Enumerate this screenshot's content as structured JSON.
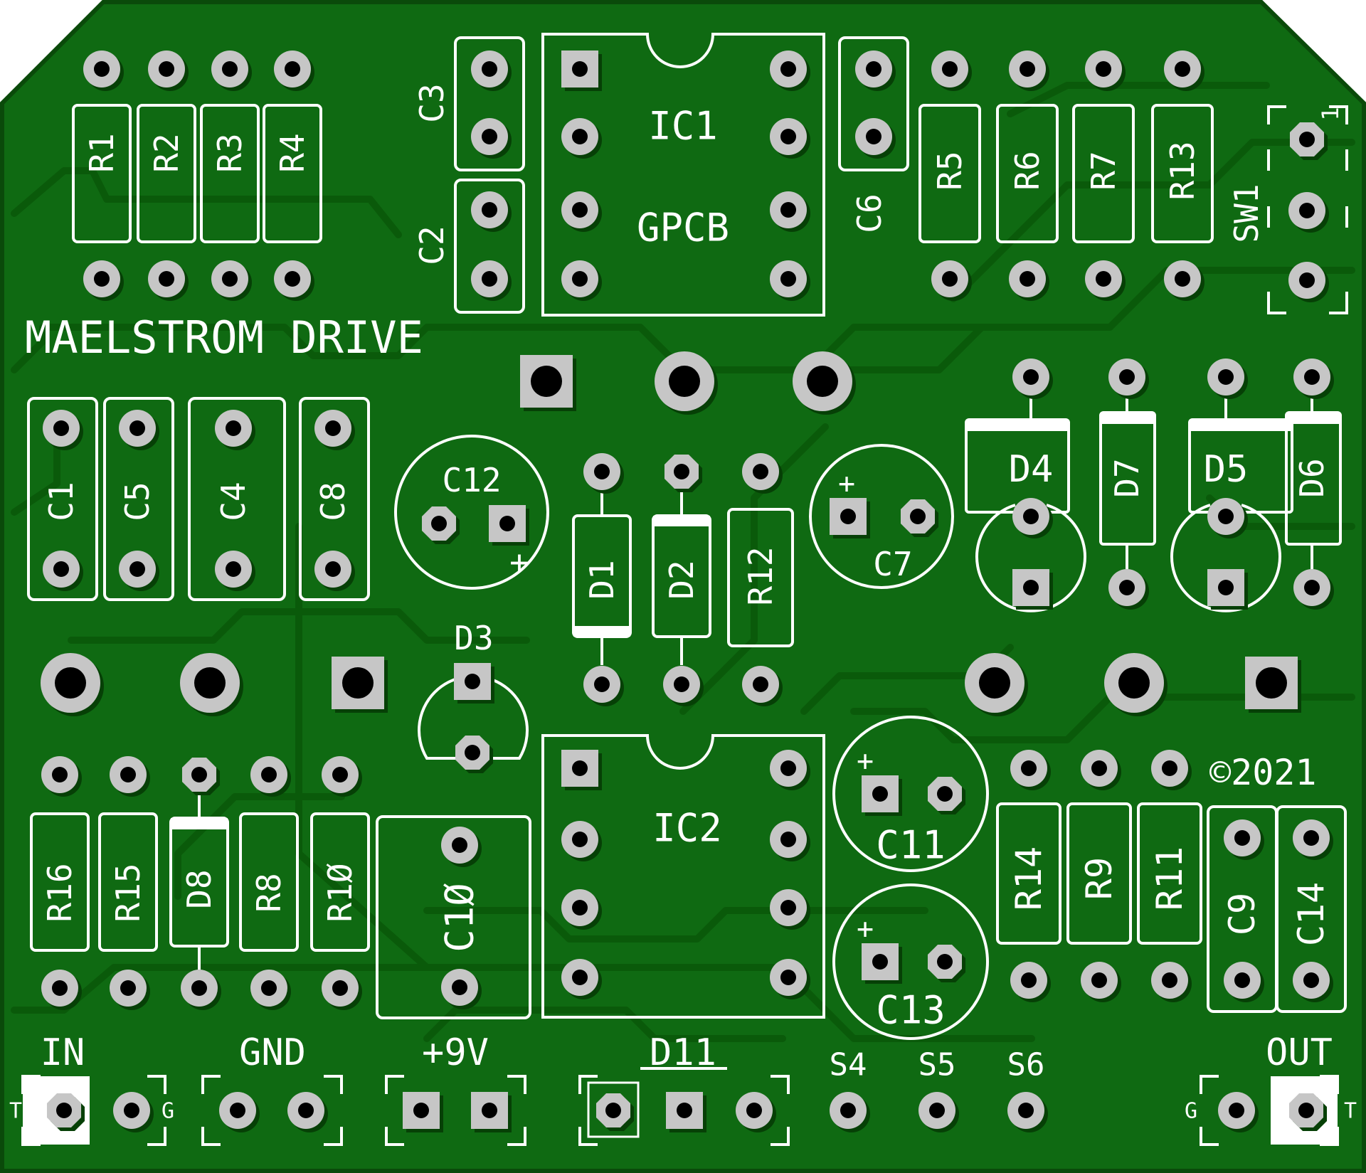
{
  "board": {
    "title": "MAELSTROM DRIVE",
    "copyright": "©2021",
    "colors": {
      "soldermask": "#0f6a12",
      "silkscreen": "#ffffff",
      "pad": "#c6c6c6",
      "drill": "#000000",
      "edge": "#0a4a0a"
    }
  },
  "labels": {
    "R1": "R1",
    "R2": "R2",
    "R3": "R3",
    "R4": "R4",
    "R5": "R5",
    "R6": "R6",
    "R7": "R7",
    "R13": "R13",
    "C2": "C2",
    "C3": "C3",
    "C6": "C6",
    "IC1": "IC1",
    "GPCB": "GPCB",
    "SW1": "SW1",
    "SW1_pin": "1",
    "C1": "C1",
    "C5": "C5",
    "C4": "C4",
    "C8": "C8",
    "C12": "C12",
    "C7": "C7",
    "D1": "D1",
    "D2": "D2",
    "R12": "R12",
    "D3": "D3",
    "D4": "D4",
    "D7": "D7",
    "D5": "D5",
    "D6": "D6",
    "R16": "R16",
    "R15": "R15",
    "D8": "D8",
    "R8": "R8",
    "R10": "R1Ø",
    "C10": "C1Ø",
    "IC2": "IC2",
    "C11": "C11",
    "C13": "C13",
    "R14": "R14",
    "R9": "R9",
    "R11": "R11",
    "C9": "C9",
    "C14": "C14",
    "plus": "+",
    "IN": "IN",
    "GND": "GND",
    "V9": "+9V",
    "D11": "D11",
    "S4": "S4",
    "S5": "S5",
    "S6": "S6",
    "OUT": "OUT",
    "T": "T",
    "G": "G"
  }
}
